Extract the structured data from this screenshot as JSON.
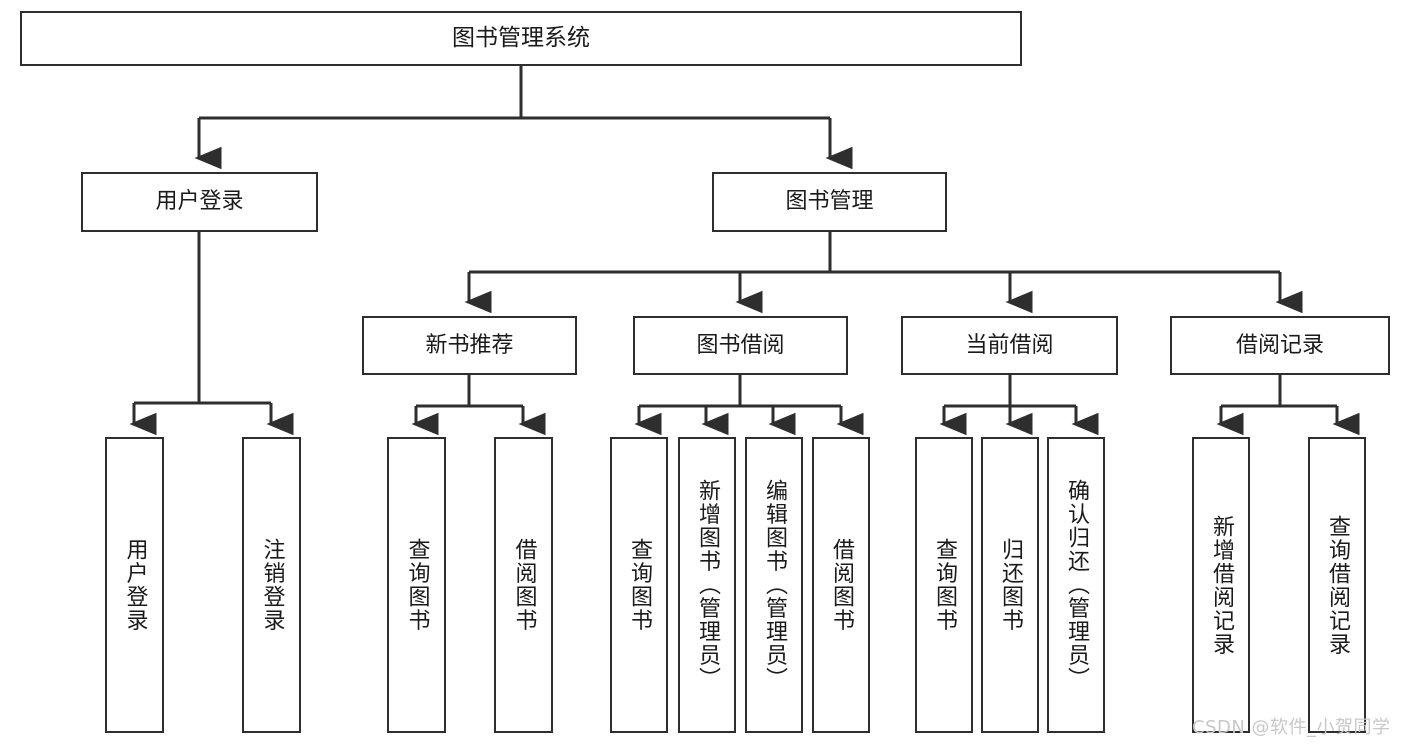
{
  "diagram": {
    "title": "图书管理系统",
    "type": "tree",
    "nodes": {
      "root": {
        "label": "图书管理系统"
      },
      "level2": [
        {
          "id": "user-login",
          "label": "用户登录"
        },
        {
          "id": "book-manage",
          "label": "图书管理"
        }
      ],
      "level3": [
        {
          "id": "new-book-recommend",
          "label": "新书推荐"
        },
        {
          "id": "book-borrow",
          "label": "图书借阅"
        },
        {
          "id": "current-borrow",
          "label": "当前借阅"
        },
        {
          "id": "borrow-record",
          "label": "借阅记录"
        }
      ],
      "leaves": {
        "user_login": [
          {
            "id": "leaf-user-login",
            "label": "用户登录"
          },
          {
            "id": "leaf-logout",
            "label": "注销登录"
          }
        ],
        "new_book_recommend": [
          {
            "id": "leaf-query-book-1",
            "label": "查询图书"
          },
          {
            "id": "leaf-borrow-book-1",
            "label": "借阅图书"
          }
        ],
        "book_borrow": [
          {
            "id": "leaf-query-book-2",
            "label": "查询图书"
          },
          {
            "id": "leaf-add-book",
            "label": "新增图书（管理员）"
          },
          {
            "id": "leaf-edit-book",
            "label": "编辑图书（管理员）"
          },
          {
            "id": "leaf-borrow-book-2",
            "label": "借阅图书"
          }
        ],
        "current_borrow": [
          {
            "id": "leaf-query-book-3",
            "label": "查询图书"
          },
          {
            "id": "leaf-return-book",
            "label": "归还图书"
          },
          {
            "id": "leaf-confirm-return",
            "label": "确认归还（管理员）"
          }
        ],
        "borrow_record": [
          {
            "id": "leaf-add-record",
            "label": "新增借阅记录"
          },
          {
            "id": "leaf-query-record",
            "label": "查询借阅记录"
          }
        ]
      }
    },
    "colors": {
      "border": "#2e2e2e",
      "fill": "#ffffff",
      "text": "#1a1a1a",
      "background": "#ffffff",
      "watermark": "#c8c8c8"
    }
  },
  "watermark": {
    "text": "CSDN @软件_小贺同学"
  }
}
